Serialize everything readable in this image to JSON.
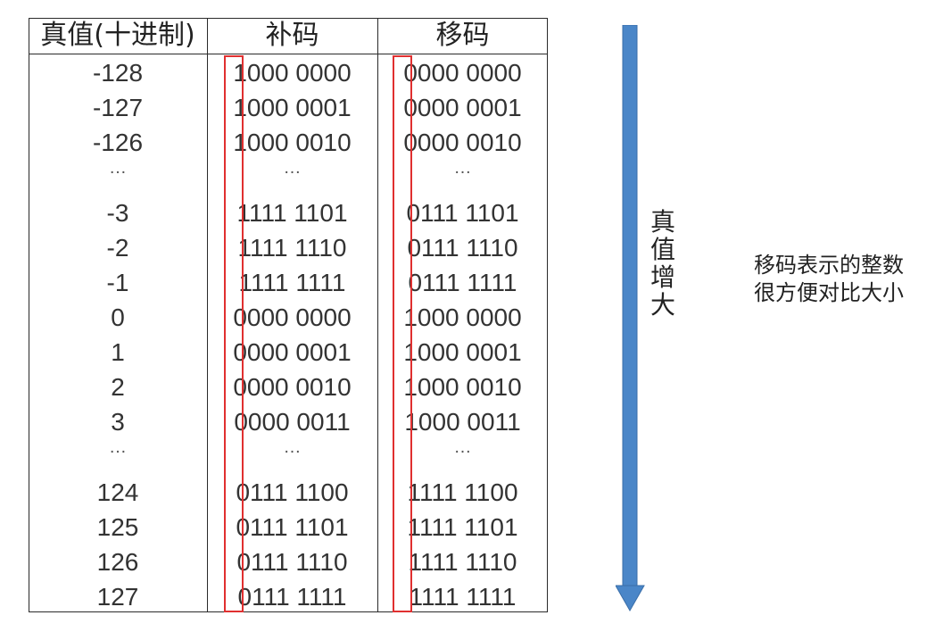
{
  "table": {
    "headers": [
      "真值(十进制)",
      "补码",
      "移码"
    ],
    "rows": [
      [
        "-128",
        "1000 0000",
        "0000 0000"
      ],
      [
        "-127",
        "1000 0001",
        "0000 0001"
      ],
      [
        "-126",
        "1000 0010",
        "0000 0010"
      ],
      [
        "…",
        "…",
        "…"
      ],
      [
        "-3",
        "1111 1101",
        "0111 1101"
      ],
      [
        "-2",
        "1111 1110",
        "0111 1110"
      ],
      [
        "-1",
        "1111 1111",
        "0111 1111"
      ],
      [
        "0",
        "0000 0000",
        "1000 0000"
      ],
      [
        "1",
        "0000 0001",
        "1000 0001"
      ],
      [
        "2",
        "0000 0010",
        "1000 0010"
      ],
      [
        "3",
        "0000 0011",
        "1000 0011"
      ],
      [
        "…",
        "…",
        "…"
      ],
      [
        "124",
        "0111 1100",
        "1111 1100"
      ],
      [
        "125",
        "0111 1101",
        "1111 1101"
      ],
      [
        "126",
        "0111 1110",
        "1111 1110"
      ],
      [
        "127",
        "0111 1111",
        "1111 1111"
      ]
    ]
  },
  "arrow": {
    "label_chars": [
      "真",
      "值",
      "增",
      "大"
    ],
    "color": "#4a86c8"
  },
  "highlight": {
    "color": "#e03030"
  },
  "note": {
    "lines": [
      "移码表示的整数",
      "很方便对比大小"
    ]
  }
}
